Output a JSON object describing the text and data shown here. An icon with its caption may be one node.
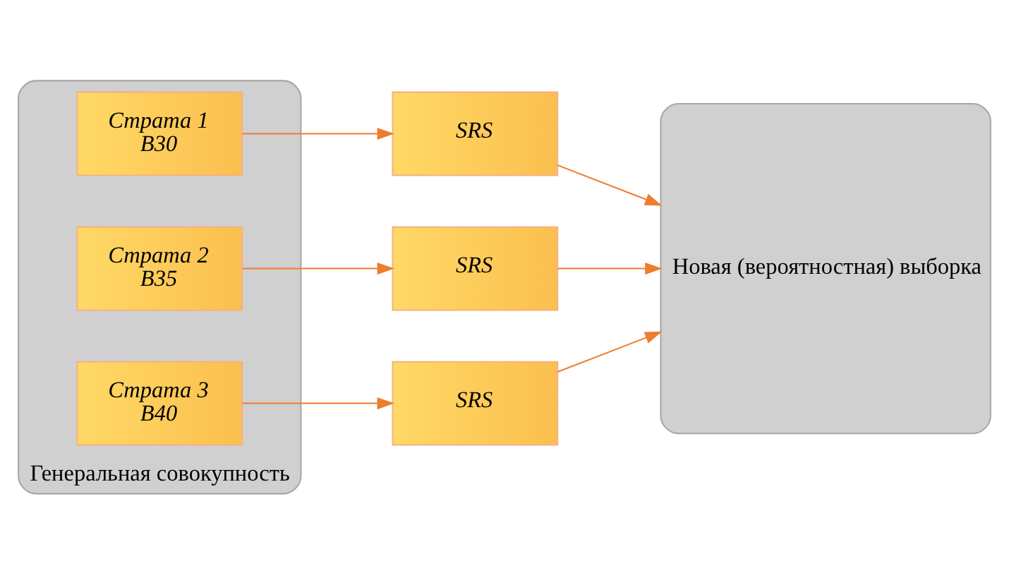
{
  "diagram": {
    "nodes": [
      {
        "text": [
          "Генеральная совокупность"
        ]
      },
      {
        "text": [
          "Страта 1",
          "B30"
        ],
        "in": 0
      },
      {
        "text": [
          "Страта 2",
          "B35"
        ],
        "in": 0
      },
      {
        "text": [
          "Страта 3",
          "B40"
        ],
        "in": 0
      },
      {
        "text": [
          "SRS"
        ]
      },
      {
        "text": [
          "SRS"
        ]
      },
      {
        "text": [
          "SRS"
        ]
      },
      {
        "text": [
          "Новая (вероятностная) выборка"
        ]
      }
    ],
    "edges": [
      {
        "from": 1,
        "to": 4,
        "arrow": "to"
      },
      {
        "from": 2,
        "to": 5,
        "arrow": "to"
      },
      {
        "from": 3,
        "to": 6,
        "arrow": "to"
      },
      {
        "from": 4,
        "to": 7,
        "arrow": "to"
      },
      {
        "from": 5,
        "to": 7,
        "arrow": "to"
      },
      {
        "from": 6,
        "to": 7,
        "arrow": "to"
      }
    ]
  }
}
